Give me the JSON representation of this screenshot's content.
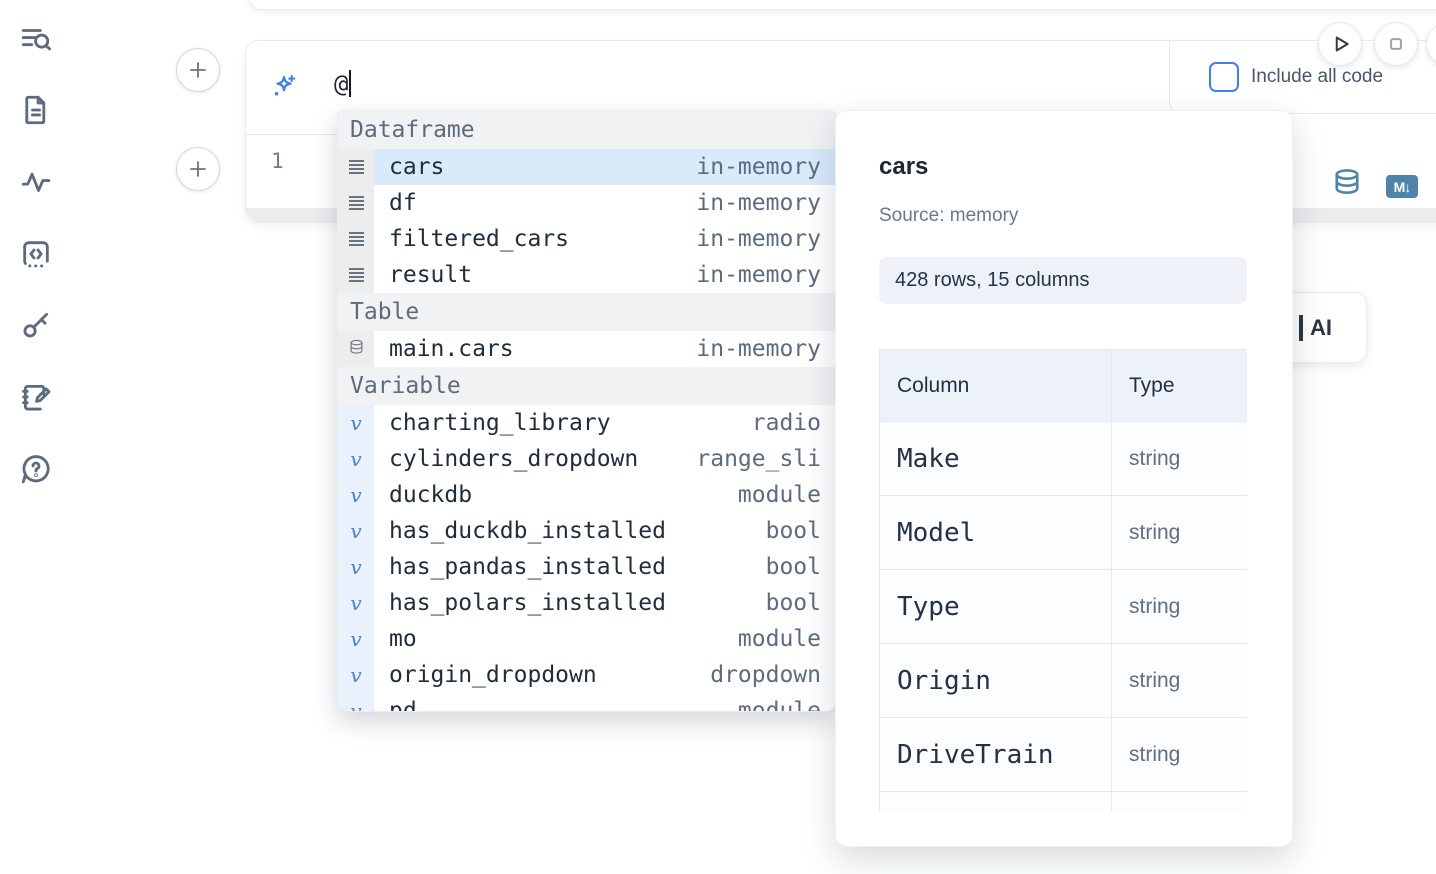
{
  "sidebar": {
    "icons": [
      {
        "name": "list-search-icon"
      },
      {
        "name": "document-icon"
      },
      {
        "name": "activity-icon"
      },
      {
        "name": "code-snippet-icon"
      },
      {
        "name": "key-icon"
      },
      {
        "name": "scratchpad-edit-icon"
      },
      {
        "name": "help-chat-icon"
      }
    ]
  },
  "run_controls": {
    "play": "run-cell",
    "stop": "interrupt",
    "partial": "hidden-control"
  },
  "cell": {
    "ai_input": {
      "value": "@"
    },
    "include_all_code": {
      "label": "Include all code",
      "checked": false
    },
    "editor": {
      "line_number": "1"
    },
    "toolbar_icons": [
      "database-icon",
      "markdown-icon"
    ]
  },
  "autocomplete": {
    "sections": [
      {
        "label": "Dataframe",
        "kind": "dataframe",
        "items": [
          {
            "icon": "dataframe-icon",
            "name": "cars",
            "type": "in-memory",
            "selected": true
          },
          {
            "icon": "dataframe-icon",
            "name": "df",
            "type": "in-memory",
            "selected": false
          },
          {
            "icon": "dataframe-icon",
            "name": "filtered_cars",
            "type": "in-memory",
            "selected": false
          },
          {
            "icon": "dataframe-icon",
            "name": "result",
            "type": "in-memory",
            "selected": false
          }
        ]
      },
      {
        "label": "Table",
        "kind": "table",
        "items": [
          {
            "icon": "database-icon",
            "name": "main.cars",
            "type": "in-memory",
            "selected": false
          }
        ]
      },
      {
        "label": "Variable",
        "kind": "variable",
        "items": [
          {
            "icon": "variable-icon",
            "name": "charting_library",
            "type": "radio",
            "selected": false
          },
          {
            "icon": "variable-icon",
            "name": "cylinders_dropdown",
            "type": "range_sli",
            "selected": false
          },
          {
            "icon": "variable-icon",
            "name": "duckdb",
            "type": "module",
            "selected": false
          },
          {
            "icon": "variable-icon",
            "name": "has_duckdb_installed",
            "type": "bool",
            "selected": false
          },
          {
            "icon": "variable-icon",
            "name": "has_pandas_installed",
            "type": "bool",
            "selected": false
          },
          {
            "icon": "variable-icon",
            "name": "has_polars_installed",
            "type": "bool",
            "selected": false
          },
          {
            "icon": "variable-icon",
            "name": "mo",
            "type": "module",
            "selected": false
          },
          {
            "icon": "variable-icon",
            "name": "origin_dropdown",
            "type": "dropdown",
            "selected": false
          },
          {
            "icon": "variable-icon",
            "name": "pd",
            "type": "module",
            "selected": false
          }
        ]
      }
    ]
  },
  "preview": {
    "title": "cars",
    "source": "Source: memory",
    "shape": "428 rows, 15 columns",
    "table": {
      "headers": [
        "Column",
        "Type"
      ],
      "rows": [
        {
          "column": "Make",
          "type": "string"
        },
        {
          "column": "Model",
          "type": "string"
        },
        {
          "column": "Type",
          "type": "string"
        },
        {
          "column": "Origin",
          "type": "string"
        },
        {
          "column": "DriveTrain",
          "type": "string"
        }
      ],
      "clipped_partial_row": true
    }
  },
  "ai_button": {
    "visible_label": "AI"
  },
  "colors": {
    "accent_blue": "#3b82f6",
    "steel_blue": "#4e84ac",
    "selection_blue": "#d9eafb",
    "section_header_bg": "#f1f2f4",
    "gutter_gray": "#ededee",
    "gutter_blue": "#e9f2fc",
    "pill_bg": "#eef2f8",
    "text_dark": "#1f2c3d",
    "text_muted": "#5c6b80"
  }
}
